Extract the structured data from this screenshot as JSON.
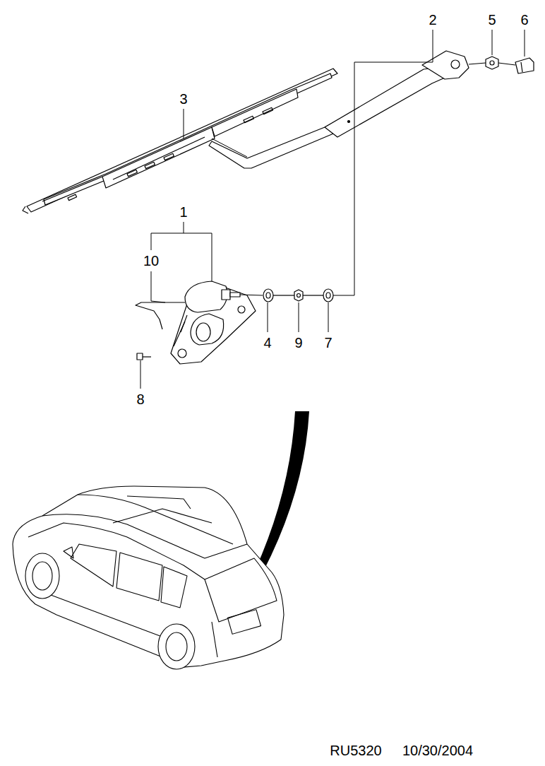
{
  "diagram": {
    "labels": [
      "2",
      "5",
      "6",
      "3",
      "1",
      "10",
      "4",
      "9",
      "7",
      "8",
      "RU5320",
      "10/30/2004"
    ]
  }
}
